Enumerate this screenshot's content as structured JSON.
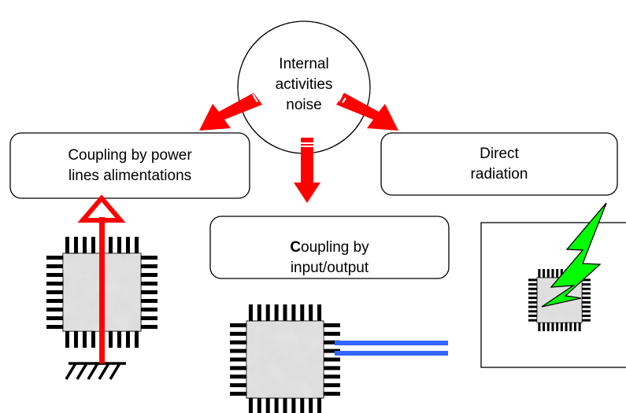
{
  "nodes": {
    "source": {
      "text": "Internal\nactivities\nnoise"
    },
    "power": {
      "text": "Coupling by power\nlines alimentations"
    },
    "io": {
      "bold_prefix": "C",
      "text": "oupling by\ninput/output"
    },
    "radiation": {
      "text": "Direct\nradiation"
    }
  },
  "colors": {
    "arrow": "#ff0000",
    "wire": "#3366ff",
    "lightning": "#00ff00",
    "chip_body": "#dcdcdc",
    "pins": "#000000"
  },
  "icons": {
    "chip": "integrated-circuit-chip-icon",
    "ground": "ground-symbol-icon",
    "power": "power-supply-arrow-icon",
    "lightning": "lightning-bolt-icon"
  }
}
